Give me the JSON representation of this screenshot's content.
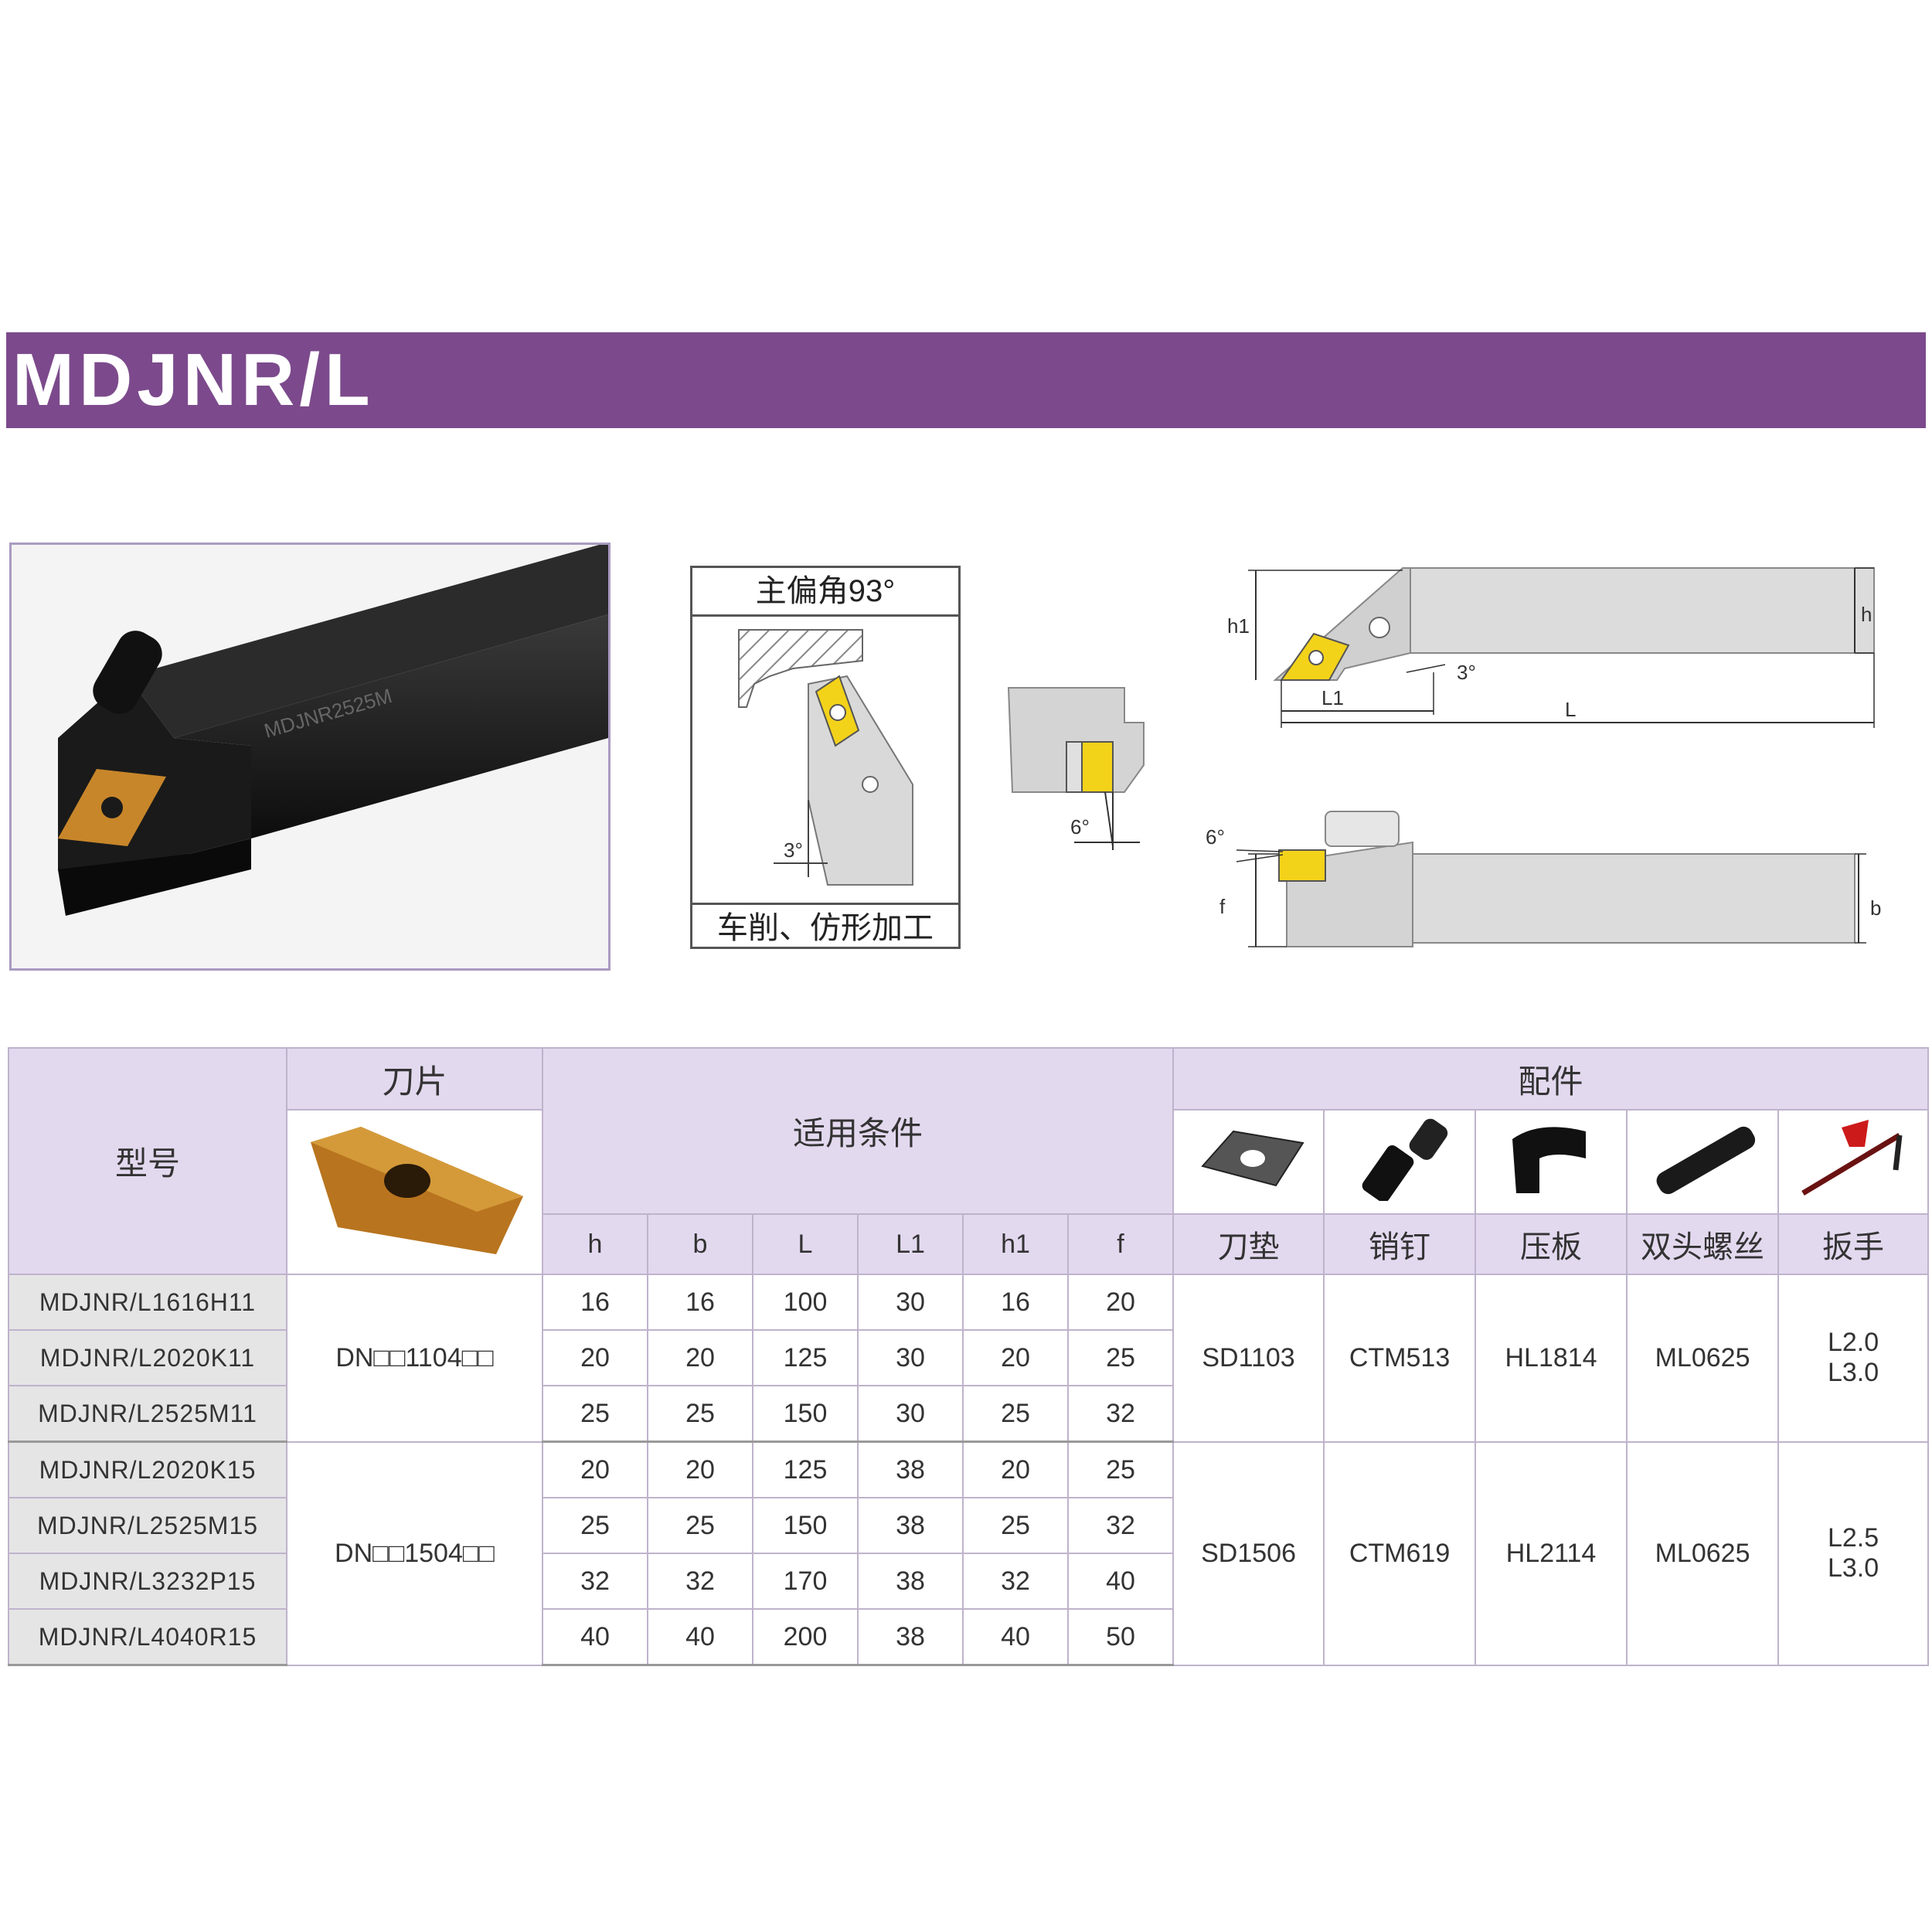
{
  "title": "MDJNR/L",
  "photo": {
    "marking": "MDJNR2525M"
  },
  "cutting_diagram": {
    "header": "主偏角93°",
    "footer": "车削、仿形加工",
    "angle": "3°"
  },
  "side_view": {
    "angle": "6°"
  },
  "dim_top": {
    "h1": "h1",
    "h": "h",
    "L1": "L1",
    "L": "L",
    "angle": "3°"
  },
  "dim_bottom": {
    "angle": "6°",
    "f": "f",
    "b": "b"
  },
  "table": {
    "h_model": "型号",
    "h_insert": "刀片",
    "h_conditions": "适用条件",
    "h_parts": "配件",
    "cond_cols": [
      "h",
      "b",
      "L",
      "L1",
      "h1",
      "f"
    ],
    "part_cols": [
      "刀垫",
      "销钉",
      "压板",
      "双头螺丝",
      "扳手"
    ],
    "part_icons": [
      "shim-icon",
      "pin-icon",
      "clamp-icon",
      "screw-icon",
      "wrench-icon"
    ],
    "groups": [
      {
        "insert": "DN□□1104□□",
        "shim": "SD1103",
        "pin": "CTM513",
        "clamp": "HL1814",
        "screw": "ML0625",
        "wrench": [
          "L2.0",
          "L3.0"
        ],
        "rows": [
          {
            "model": "MDJNR/L1616H11",
            "h": "16",
            "b": "16",
            "L": "100",
            "L1": "30",
            "h1": "16",
            "f": "20"
          },
          {
            "model": "MDJNR/L2020K11",
            "h": "20",
            "b": "20",
            "L": "125",
            "L1": "30",
            "h1": "20",
            "f": "25"
          },
          {
            "model": "MDJNR/L2525M11",
            "h": "25",
            "b": "25",
            "L": "150",
            "L1": "30",
            "h1": "25",
            "f": "32"
          }
        ]
      },
      {
        "insert": "DN□□1504□□",
        "shim": "SD1506",
        "pin": "CTM619",
        "clamp": "HL2114",
        "screw": "ML0625",
        "wrench": [
          "L2.5",
          "L3.0"
        ],
        "rows": [
          {
            "model": "MDJNR/L2020K15",
            "h": "20",
            "b": "20",
            "L": "125",
            "L1": "38",
            "h1": "20",
            "f": "25"
          },
          {
            "model": "MDJNR/L2525M15",
            "h": "25",
            "b": "25",
            "L": "150",
            "L1": "38",
            "h1": "25",
            "f": "32"
          },
          {
            "model": "MDJNR/L3232P15",
            "h": "32",
            "b": "32",
            "L": "170",
            "L1": "38",
            "h1": "32",
            "f": "40"
          },
          {
            "model": "MDJNR/L4040R15",
            "h": "40",
            "b": "40",
            "L": "200",
            "L1": "38",
            "h1": "40",
            "f": "50"
          }
        ]
      }
    ]
  },
  "colors": {
    "band": "#7c4a8c",
    "header_bg": "#e3d9ef",
    "insert_gold": "#c8862a",
    "insert_yellow": "#f3d21a"
  }
}
